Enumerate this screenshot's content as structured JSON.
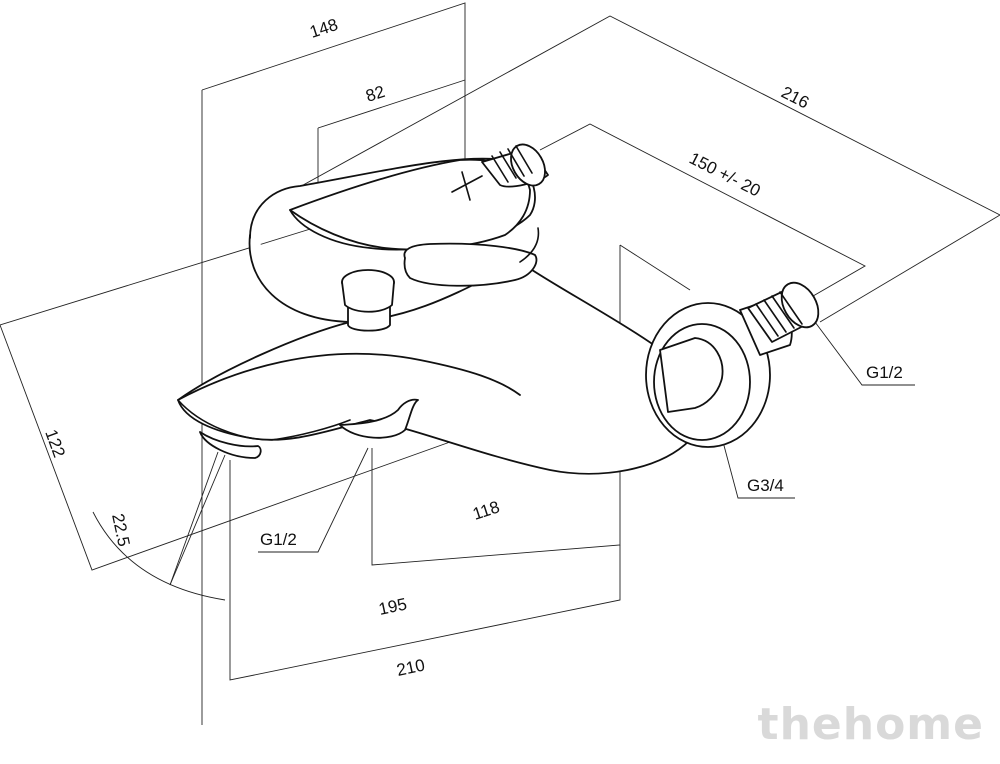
{
  "dimensions": {
    "d148": "148",
    "d82": "82",
    "d216": "216",
    "d150": "150 +/- 20",
    "d122": "122",
    "d22_5": "22.5",
    "d118": "118",
    "d195": "195",
    "d210": "210"
  },
  "threads": {
    "inlet_right": "G1/2",
    "outlet_bottom": "G1/2",
    "flange": "G3/4"
  },
  "watermark": "thehome",
  "colors": {
    "line": "#111111",
    "watermark": "#d9d9d9"
  }
}
